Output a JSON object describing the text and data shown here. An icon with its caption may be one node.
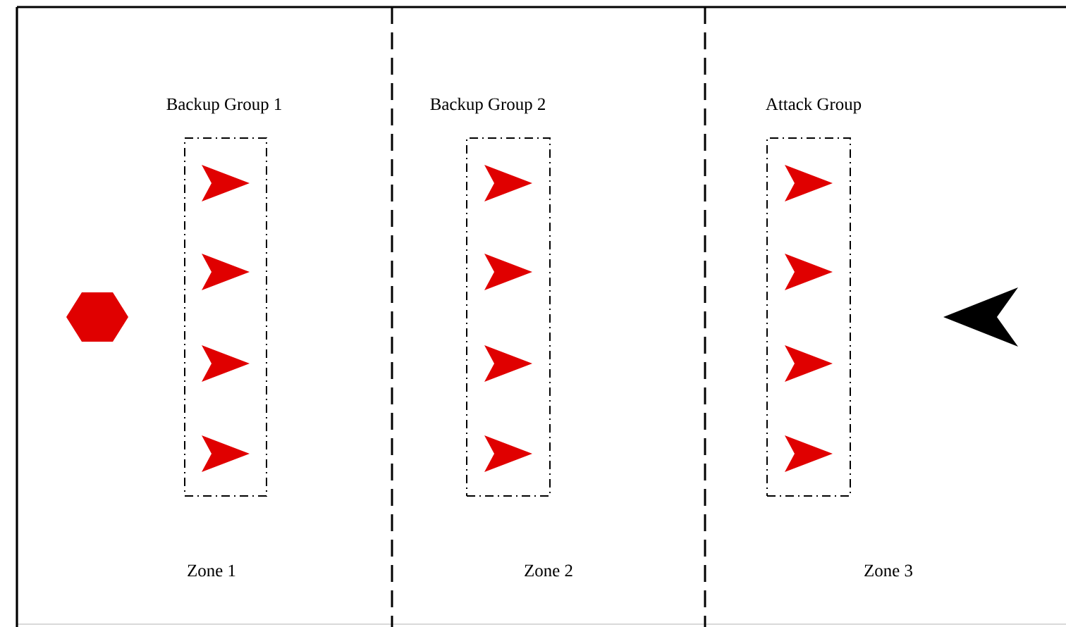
{
  "diagram": {
    "nodes": [
      {
        "text": [
          "Zone 1"
        ]
      },
      {
        "text": [
          "Zone 2"
        ]
      },
      {
        "text": [
          "Zone 3"
        ]
      },
      {
        "text": [
          "Backup Group 1"
        ],
        "in": 0
      },
      {
        "text": [
          "Backup Group 2"
        ],
        "in": 1
      },
      {
        "text": [
          "Attack Group"
        ],
        "in": 2
      }
    ]
  }
}
